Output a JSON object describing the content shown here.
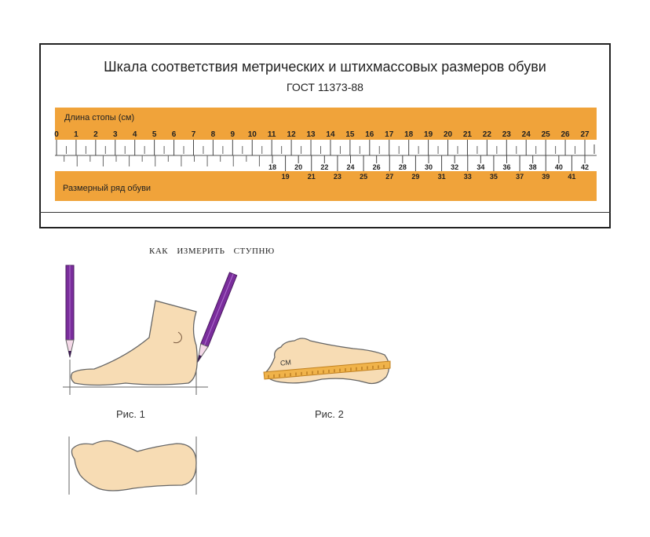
{
  "header": {
    "title": "Шкала соответствия метрических и штихмассовых размеров обуви",
    "standard": "ГОСТ 11373-88"
  },
  "scale": {
    "top_label": "Длина стопы (см)",
    "bottom_label": "Размерный ряд обуви",
    "cm_values": [
      0,
      1,
      2,
      3,
      4,
      5,
      6,
      7,
      8,
      9,
      10,
      11,
      12,
      13,
      14,
      15,
      16,
      17,
      18,
      19,
      20,
      21,
      22,
      23,
      24,
      25,
      26,
      27
    ],
    "shoe_sizes": [
      18,
      19,
      20,
      21,
      22,
      23,
      24,
      25,
      26,
      27,
      28,
      29,
      30,
      31,
      32,
      33,
      34,
      35,
      36,
      37,
      38,
      39,
      40,
      41,
      42
    ],
    "colors": {
      "band": "#f0a33a",
      "strip": "#ffffff",
      "text": "#222222"
    }
  },
  "instructions": {
    "heading": "КАК ИЗМЕРИТЬ СТУПНЮ",
    "fig1_caption": "Рис. 1",
    "fig2_caption": "Рис. 2",
    "ruler_unit": "СМ",
    "colors": {
      "foot": "#f7dcb4",
      "outline": "#666666",
      "pencil": "#7a2d9c",
      "tape": "#f0b34a"
    }
  }
}
